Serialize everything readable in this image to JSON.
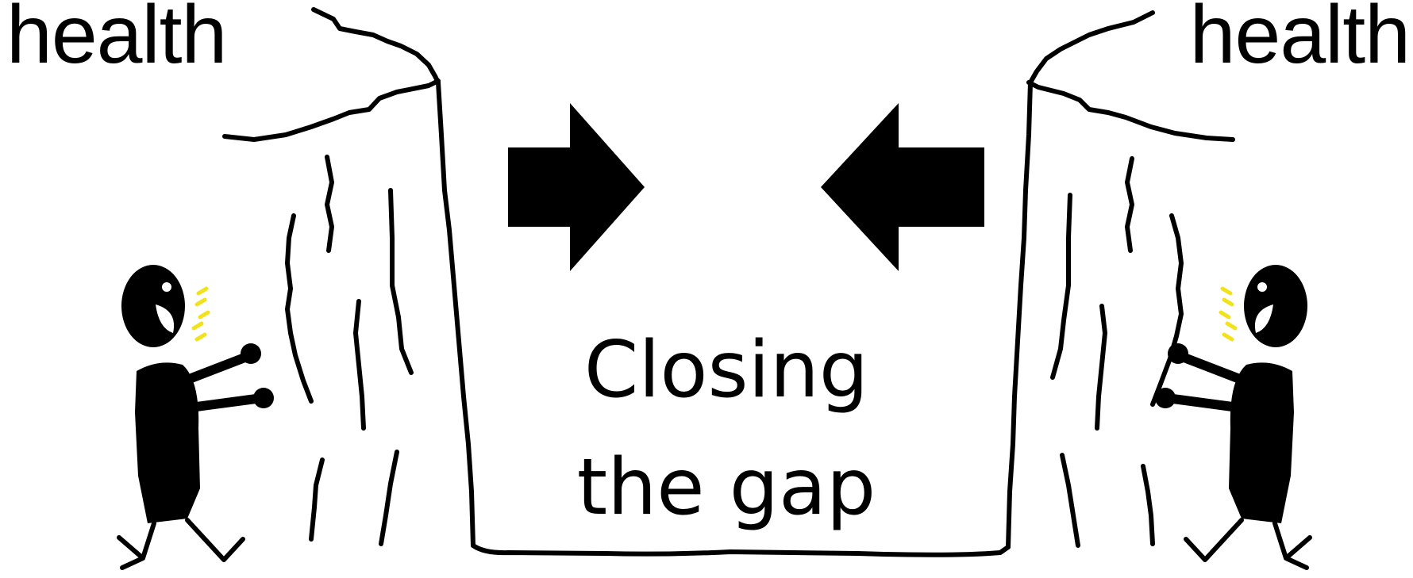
{
  "labels": {
    "left_top": "health",
    "right_top": "health",
    "caption_line1": "Closing",
    "caption_line2": "the gap"
  },
  "colors": {
    "ink": "#000000",
    "background": "#ffffff",
    "spark": "#f2e21b"
  },
  "icons": {
    "left_arrow": "arrow-right-icon",
    "right_arrow": "arrow-left-icon",
    "left_figure": "climbing-person-icon",
    "right_figure": "climbing-person-icon"
  }
}
